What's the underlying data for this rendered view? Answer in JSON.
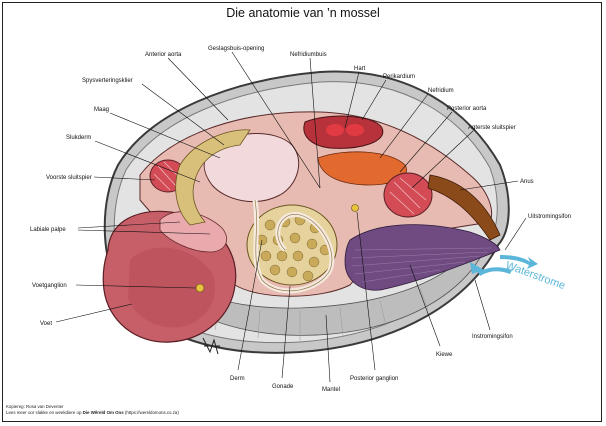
{
  "title": "Die anatomie van ’n mossel",
  "labels": {
    "anterior_aorta": "Anterior aorta",
    "geslagsbuis": "Geslagsbuis-opening",
    "nefridiumbuis": "Nefridiumbuis",
    "hart": "Hart",
    "perikardium": "Perikardium",
    "nefridium": "Nefridium",
    "posterior_aorta": "Posterior aorta",
    "agterste_sluitspier": "Agterste sluitspier",
    "anus": "Anus",
    "uitstromingsifon": "Uitstromingsifon",
    "spysverteringsklier": "Spysverteringsklier",
    "maag": "Maag",
    "slukderm": "Slukderm",
    "voorste_sluitspier": "Voorste sluitspier",
    "labiale_palpe": "Labiale palpe",
    "voetganglion": "Voetganglion",
    "voet": "Voet",
    "derm": "Derm",
    "gonade": "Gonade",
    "mantel": "Mantel",
    "posterior_ganglion": "Posterior ganglion",
    "kiewe": "Kiewe",
    "instromingsifon": "Instromingsifon",
    "waterstrome": "Waterstrome"
  },
  "credit": {
    "line1": "Kopiereg: Rosa van Deventer",
    "line2_prefix": "Lees meer oor slakke en weekdiere op",
    "line2_site": "Die Wêreld Om Ons",
    "line2_url": "(https://wereldomons.co.za)"
  },
  "colors": {
    "shell": "#c9c9c9",
    "body": "#e7b9b0",
    "foot": "#c45c64",
    "gill": "#6f4b82",
    "water": "#5bb6d9",
    "muscle": "#c4424c",
    "gonad": "#e3cf98"
  },
  "icons": {
    "signature": "artist-signature-mark"
  }
}
